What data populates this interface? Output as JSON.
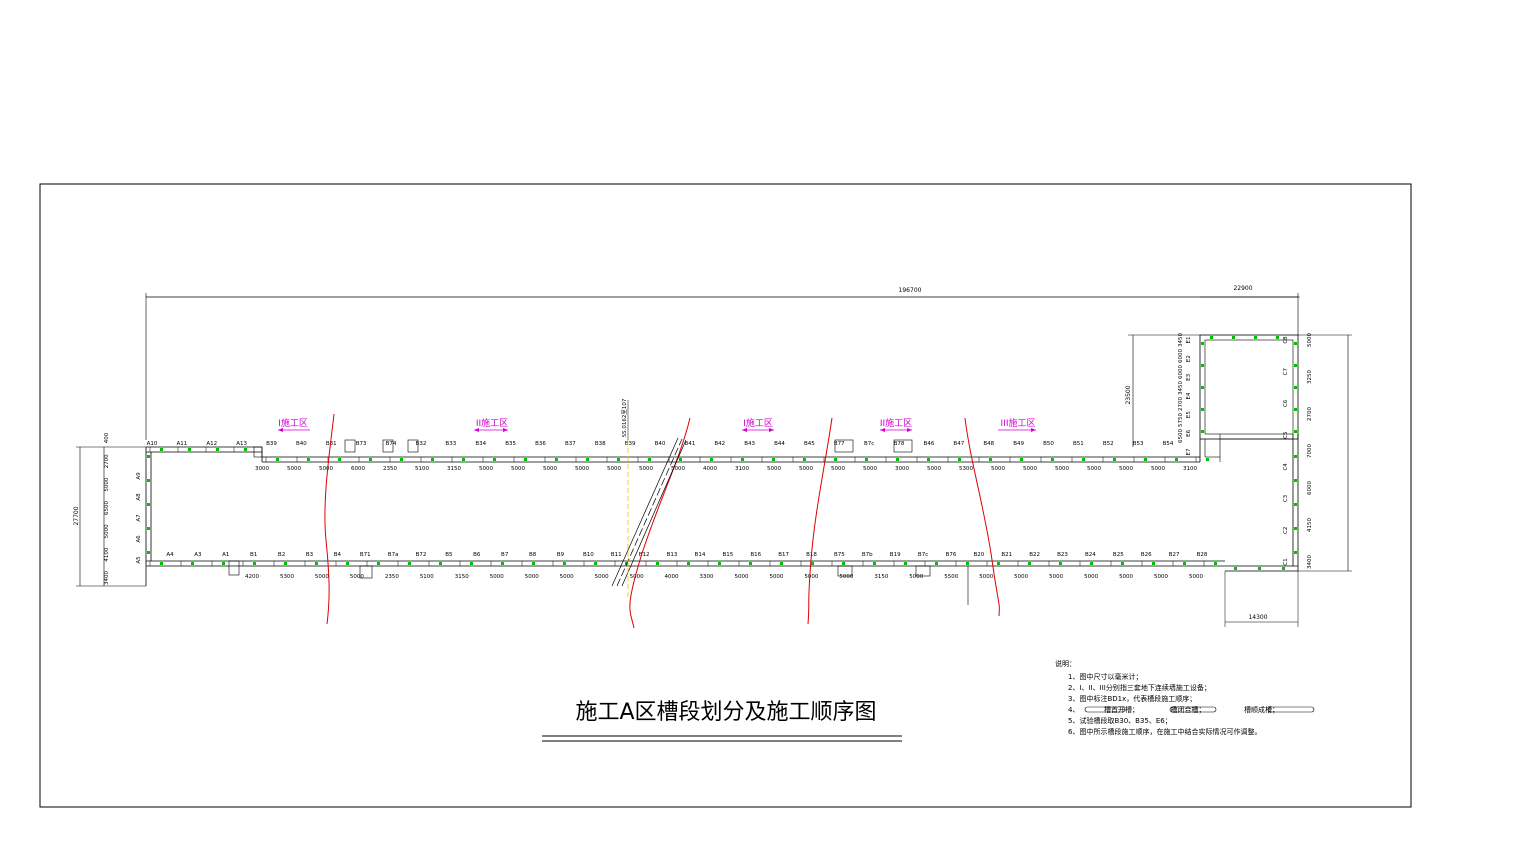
{
  "title": "施工A区槽段划分及施工顺序图",
  "overall_dims": {
    "total_length": "196700",
    "right_width": "22900",
    "height": "27700",
    "right_block_height": "23500",
    "bottom_right_width": "14300"
  },
  "zone_labels": [
    {
      "text": "I施工区",
      "arrow": "left"
    },
    {
      "text": "II施工区",
      "arrow": "both"
    },
    {
      "text": "I施工区",
      "arrow": "both"
    },
    {
      "text": "II施工区",
      "arrow": "both"
    },
    {
      "text": "III施工区",
      "arrow": "right"
    }
  ],
  "top_wall_panels": [
    "A10",
    "A11",
    "A12",
    "A13",
    "B39",
    "B40",
    "B31",
    "B73",
    "B74",
    "B32",
    "B33",
    "B34",
    "B35",
    "B36",
    "B37",
    "B38",
    "B39",
    "B40",
    "B41",
    "B42",
    "B43",
    "B44",
    "B45",
    "B77",
    "B7c",
    "B78",
    "B46",
    "B47",
    "B48",
    "B49",
    "B50",
    "B51",
    "B52",
    "B53",
    "B54"
  ],
  "top_wall_dims": [
    "3000",
    "5000",
    "5000",
    "6000",
    "2350",
    "5100",
    "3150",
    "5000",
    "5000",
    "5000",
    "5000",
    "5000",
    "5000",
    "5000",
    "4000",
    "3100",
    "5000",
    "5000",
    "5000",
    "5000",
    "3000",
    "5000",
    "5300",
    "5000",
    "5000",
    "5000",
    "5000",
    "5000",
    "5000",
    "3100"
  ],
  "bottom_wall_panels": [
    "A4",
    "A3",
    "A1",
    "B1",
    "B2",
    "B3",
    "B4",
    "B71",
    "B7a",
    "B72",
    "B5",
    "B6",
    "B7",
    "B8",
    "B9",
    "B10",
    "B11",
    "B12",
    "B13",
    "B14",
    "B15",
    "B16",
    "B17",
    "B18",
    "B75",
    "B7b",
    "B19",
    "B7c",
    "B76",
    "B20",
    "B21",
    "B22",
    "B23",
    "B24",
    "B25",
    "B26",
    "B27",
    "B28"
  ],
  "bottom_wall_dims": [
    "4200",
    "5300",
    "5000",
    "5000",
    "2350",
    "5100",
    "3150",
    "5000",
    "5000",
    "5000",
    "5000",
    "5000",
    "4000",
    "3300",
    "5000",
    "5000",
    "5000",
    "5000",
    "3150",
    "5000",
    "5500",
    "5000",
    "5000",
    "5000",
    "5000",
    "5000",
    "5000",
    "5000"
  ],
  "left_dims": [
    "400",
    "2700",
    "5000",
    "6500",
    "5000",
    "4100",
    "3400"
  ],
  "left_panels": [
    "A9",
    "A8",
    "A7",
    "A6",
    "A5"
  ],
  "right_panels": [
    "E1",
    "E2",
    "E3",
    "E4",
    "E5",
    "E6",
    "E7",
    "C8",
    "C7",
    "C6",
    "C5",
    "C4",
    "C3",
    "C2",
    "C1"
  ],
  "right_dims": [
    "3450",
    "6000",
    "6000",
    "3450",
    "2700",
    "5750",
    "6500",
    "5000",
    "3250",
    "2700",
    "7000",
    "6000",
    "4150",
    "3400"
  ],
  "axis_label": "SS.0162至107",
  "notes": {
    "heading": "说明：",
    "items": [
      "1、图中尺寸以毫米计；",
      "2、I、II、III分别指三套地下连续墙施工设备；",
      "3、图中标注BD1x，代表槽段施工顺序；",
      "4、　　　　槽首开槽；　　　　　槽闭合槽；　　　　　　槽顺成槽；",
      "5、试验槽段取B30、B35、E6；",
      "6、图中所示槽段施工顺序，在施工中结合实际情况可作调整。"
    ]
  },
  "colors": {
    "line": "#000000",
    "red_cut": "#e00000",
    "zone_label": "#d000d0",
    "panel_dot": "#00c000",
    "axis_dash": "#e8c800"
  }
}
